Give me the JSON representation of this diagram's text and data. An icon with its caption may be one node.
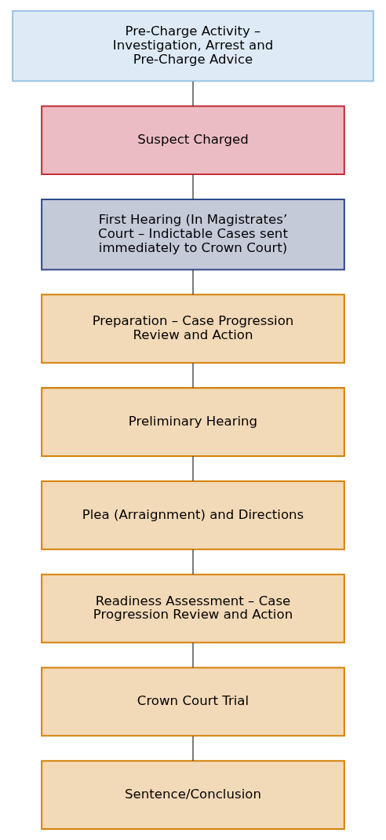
{
  "diagram": {
    "nodes": [
      {
        "text": [
          "Pre-Charge Activity – Investigation, Arrest and Pre-Charge Advice"
        ]
      },
      {
        "text": [
          "Suspect Charged"
        ]
      },
      {
        "text": [
          "First Hearing (In Magistrates’ Court – Indictable Cases sent immediately to Crown Court)"
        ]
      },
      {
        "text": [
          "Preparation – Case Progression Review and Action"
        ]
      },
      {
        "text": [
          "Preliminary Hearing"
        ]
      },
      {
        "text": [
          "Plea (Arraignment) and Directions"
        ]
      },
      {
        "text": [
          "Readiness Assessment – Case Progression Review and Action"
        ]
      },
      {
        "text": [
          "Crown Court Trial"
        ]
      },
      {
        "text": [
          "Sentence/Conclusion"
        ]
      }
    ],
    "edges": [
      {
        "from": 0,
        "to": 1,
        "arrow": "none"
      },
      {
        "from": 1,
        "to": 2,
        "arrow": "none"
      },
      {
        "from": 2,
        "to": 3,
        "arrow": "none"
      },
      {
        "from": 3,
        "to": 4,
        "arrow": "none"
      },
      {
        "from": 4,
        "to": 5,
        "arrow": "none"
      },
      {
        "from": 5,
        "to": 6,
        "arrow": "none"
      },
      {
        "from": 6,
        "to": 7,
        "arrow": "none"
      },
      {
        "from": 7,
        "to": 8,
        "arrow": "none"
      }
    ]
  }
}
